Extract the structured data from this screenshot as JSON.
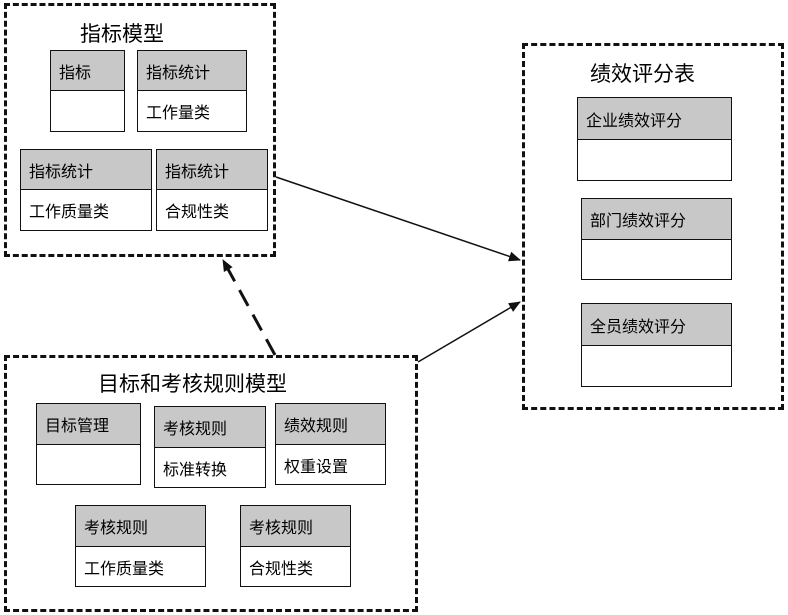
{
  "groups": {
    "indicator_model": {
      "title": "指标模型",
      "cards": [
        {
          "header": "指标",
          "body": ""
        },
        {
          "header": "指标统计",
          "body": "工作量类"
        },
        {
          "header": "指标统计",
          "body": "工作质量类"
        },
        {
          "header": "指标统计",
          "body": "合规性类"
        }
      ]
    },
    "performance_table": {
      "title": "绩效评分表",
      "cards": [
        {
          "header": "企业绩效评分",
          "body": ""
        },
        {
          "header": "部门绩效评分",
          "body": ""
        },
        {
          "header": "全员绩效评分",
          "body": ""
        }
      ]
    },
    "rules_model": {
      "title": "目标和考核规则模型",
      "cards": [
        {
          "header": "目标管理",
          "body": ""
        },
        {
          "header": "考核规则",
          "body": "标准转换"
        },
        {
          "header": "绩效规则",
          "body": "权重设置"
        },
        {
          "header": "考核规则",
          "body": "工作质量类"
        },
        {
          "header": "考核规则",
          "body": "合规性类"
        }
      ]
    }
  },
  "colors": {
    "card_header": "#c8c8c8",
    "border": "#111111"
  },
  "edges": [
    {
      "from": "indicator_model",
      "to": "performance_table",
      "style": "solid"
    },
    {
      "from": "rules_model",
      "to": "performance_table",
      "style": "solid"
    },
    {
      "from": "rules_model",
      "to": "indicator_model",
      "style": "dashed"
    }
  ]
}
